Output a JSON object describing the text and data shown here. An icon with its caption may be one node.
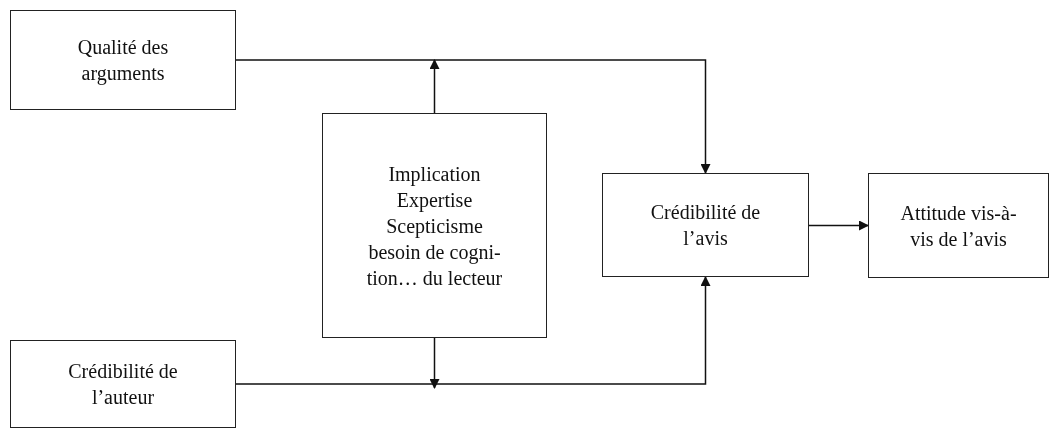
{
  "diagram": {
    "nodes": [
      {
        "text": [
          "Qualité des arguments"
        ]
      },
      {
        "text": [
          "Implication",
          "Expertise",
          "Scepticisme",
          "besoin de cogni- tion… du lecteur"
        ]
      },
      {
        "text": [
          "Crédibilité de l’avis"
        ]
      },
      {
        "text": [
          "Attitude vis-à-vis de l’avis"
        ]
      },
      {
        "text": [
          "Crédibilité de l’auteur"
        ]
      }
    ],
    "edges": [
      {
        "from": 0,
        "to": 2,
        "arrow": "to"
      },
      {
        "from": 4,
        "to": 2,
        "arrow": "to"
      },
      {
        "from": 1,
        "to": null,
        "arrow": "to"
      },
      {
        "from": 1,
        "to": null,
        "arrow": "to"
      },
      {
        "from": 2,
        "to": 3,
        "arrow": "to"
      }
    ]
  }
}
